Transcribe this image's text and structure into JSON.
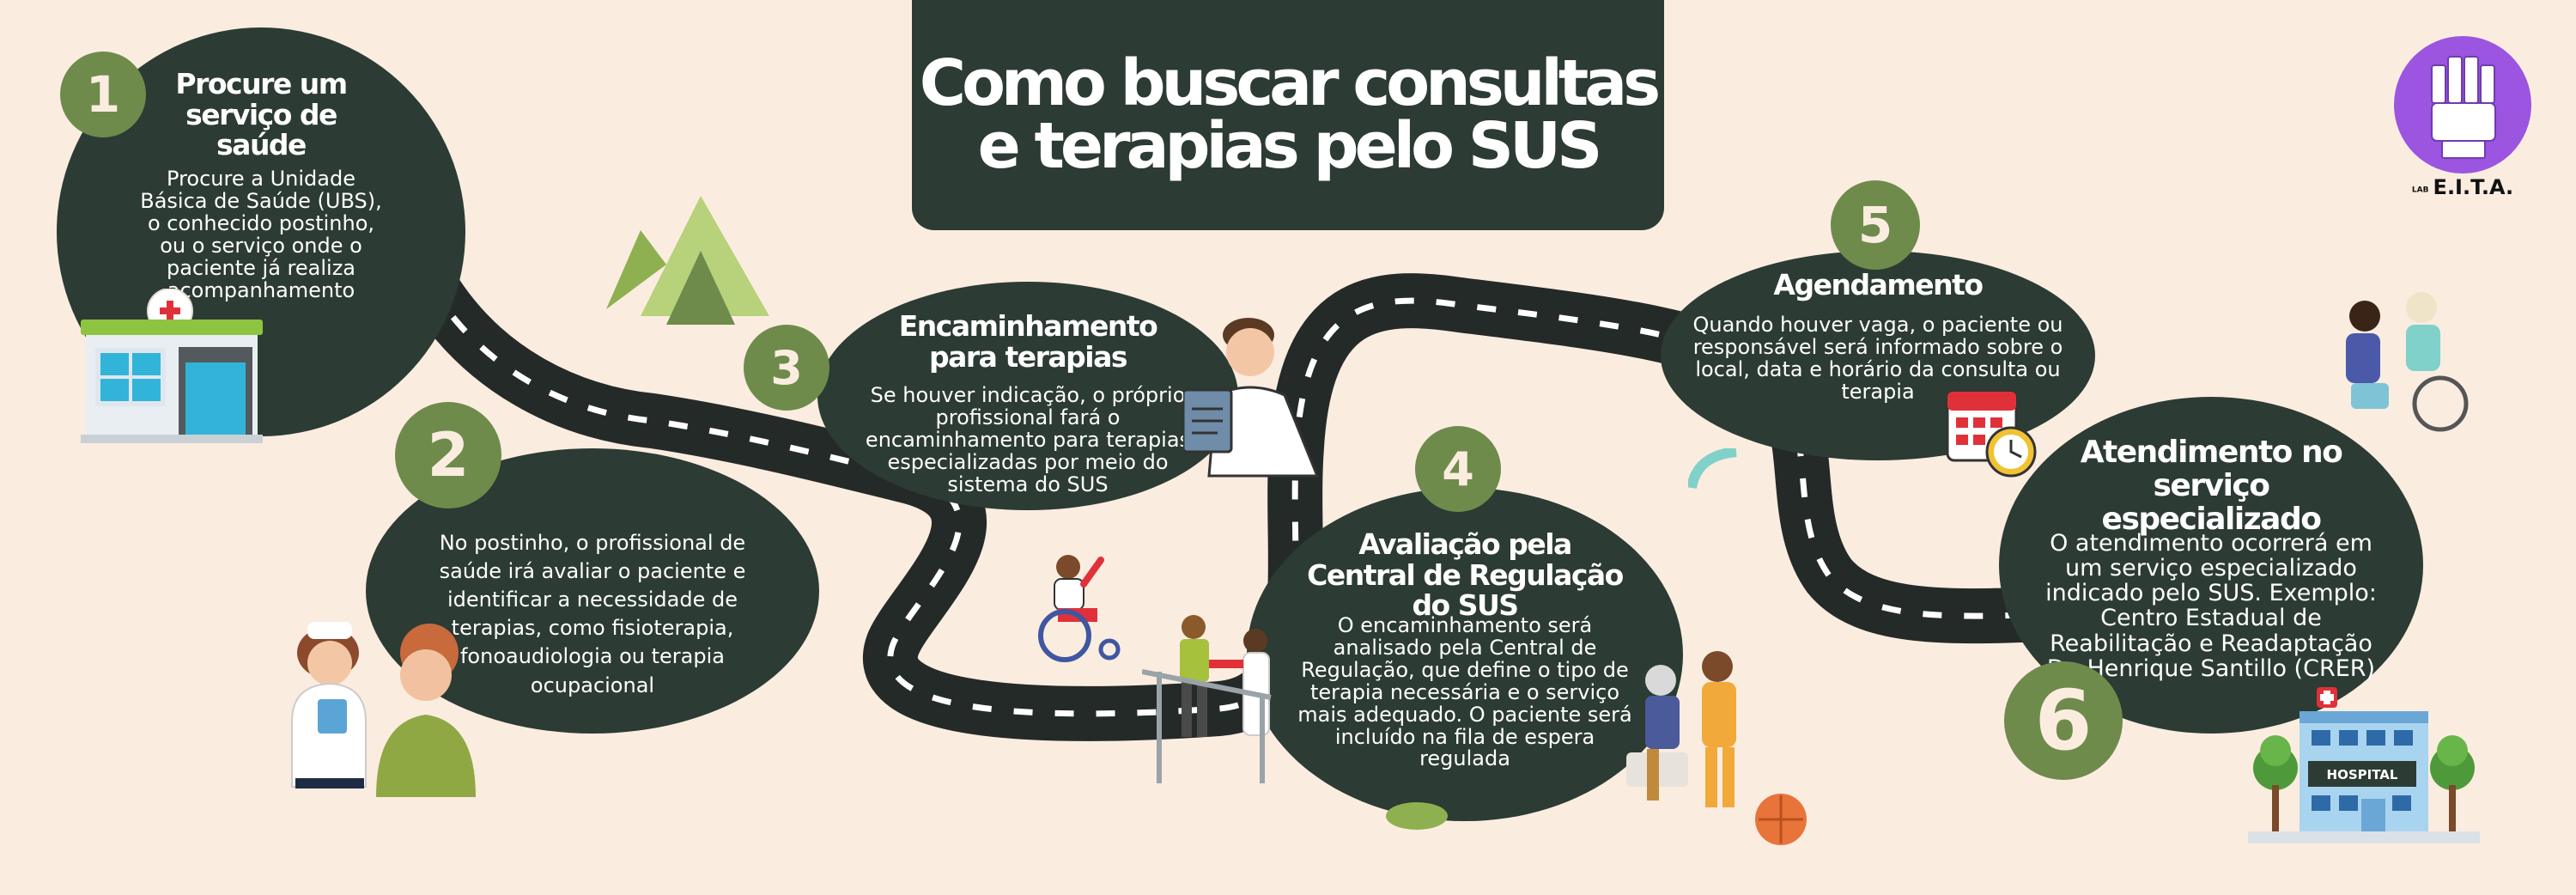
{
  "title": "Como buscar consultas e terapias pelo SUS",
  "logo": {
    "text": "E.I.T.A.",
    "small_text": "LAB"
  },
  "steps": [
    {
      "number": "1",
      "title": "Procure um serviço de saúde",
      "text": "Procure a Unidade Básica de Saúde (UBS), o conhecido postinho, ou o serviço onde o paciente já realiza acompanhamento"
    },
    {
      "number": "2",
      "title": "",
      "text": "No postinho, o profissional de saúde irá avaliar o paciente e identificar a necessidade de terapias, como fisioterapia, fonoaudiologia ou terapia ocupacional"
    },
    {
      "number": "3",
      "title": "Encaminhamento para terapias",
      "text": "Se houver indicação, o próprio profissional fará o encaminhamento para terapias especializadas por meio do sistema do SUS"
    },
    {
      "number": "4",
      "title": "Avaliação pela Central de Regulação do SUS",
      "text": "O encaminhamento será analisado pela Central de Regulação, que define o tipo de terapia necessária e o serviço mais adequado. O paciente será incluído na fila de espera regulada"
    },
    {
      "number": "5",
      "title": "Agendamento",
      "text": "Quando houver vaga, o paciente ou responsável será informado sobre o local, data e horário da consulta ou terapia"
    },
    {
      "number": "6",
      "title": "Atendimento no serviço especializado",
      "text": "O atendimento ocorrerá em um serviço especializado indicado pelo SUS. Exemplo: Centro Estadual de Reabilitação e Readaptação Dr. Henrique Santillo (CRER)"
    }
  ],
  "hospital_sign": "HOSPITAL",
  "colors": {
    "background": "#fbece0",
    "bubble": "#2c3b33",
    "number_circle": "#6e8b4c",
    "road": "#242a28",
    "logo_purple": "#9b55e0"
  }
}
